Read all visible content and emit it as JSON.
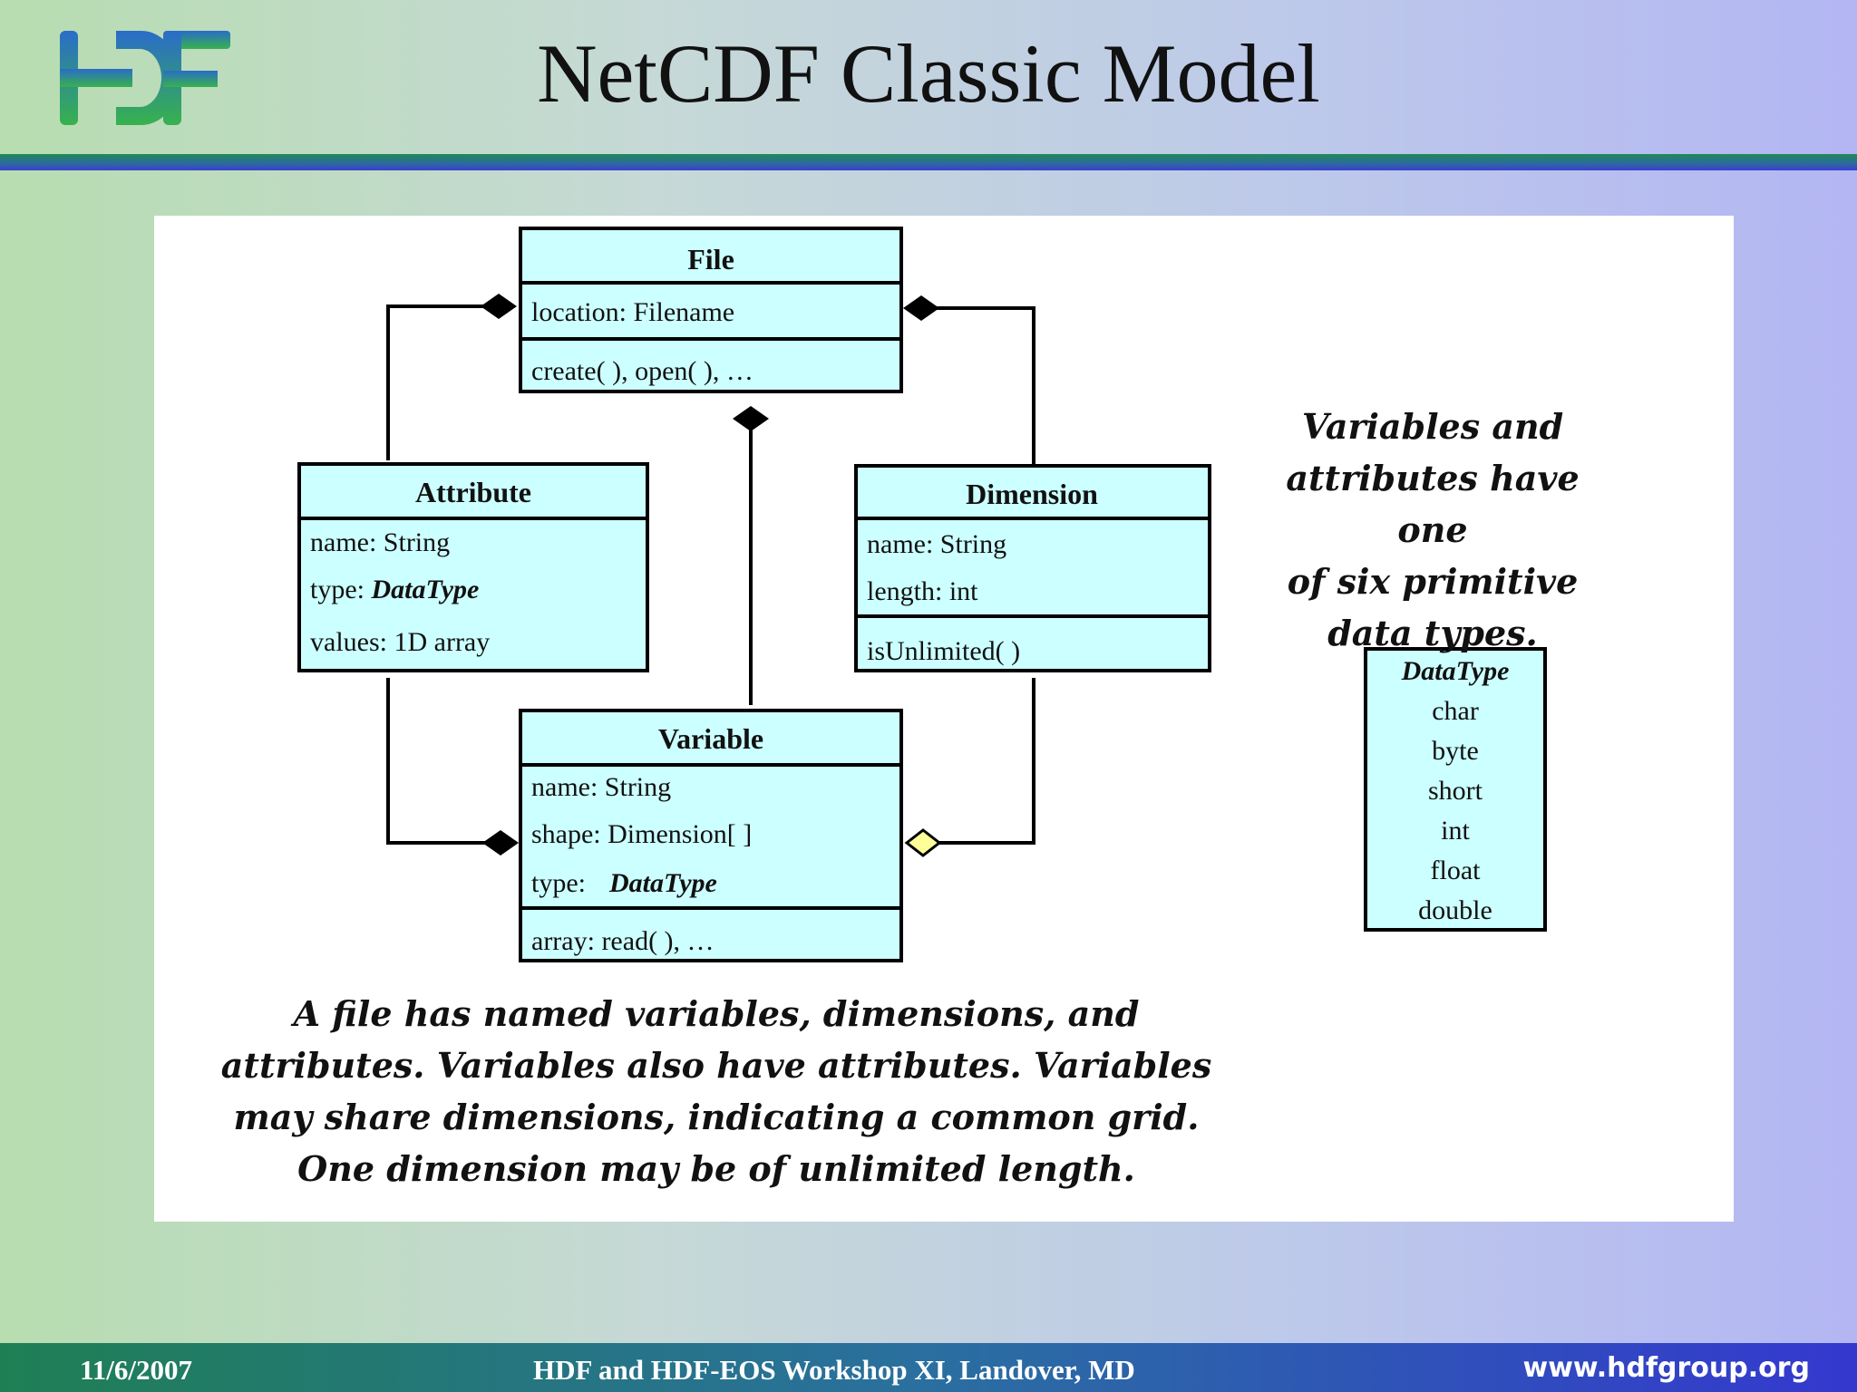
{
  "slide": {
    "title": "NetCDF Classic Model",
    "logo_text": "HDF"
  },
  "colors": {
    "class_fill": "#ccffff",
    "logo_blue": "#2a6cc9",
    "logo_green": "#37b24d",
    "open_diamond": "#ffff99"
  },
  "classes": {
    "file": {
      "name": "File",
      "attributes": [
        "location: Filename"
      ],
      "operations": [
        "create( ), open( ), …"
      ]
    },
    "attribute": {
      "name": "Attribute",
      "attr1": "name: String",
      "attr2_label": "type: ",
      "attr2_type": "DataType",
      "attr3": "values: 1D array"
    },
    "dimension": {
      "name": "Dimension",
      "attr1": "name: String",
      "attr2": "length: int",
      "operation": "isUnlimited( )"
    },
    "variable": {
      "name": "Variable",
      "attr1": "name: String",
      "attr2": "shape: Dimension[ ]",
      "attr3_label": "type:",
      "attr3_type": "DataType",
      "operation": "array: read( ), …"
    },
    "datatype": {
      "name": "DataType",
      "values": [
        "char",
        "byte",
        "short",
        "int",
        "float",
        "double"
      ]
    }
  },
  "notes": {
    "side": "Variables and\nattributes have one\nof six primitive\ndata types.",
    "caption": "A file has named variables, dimensions, and\nattributes. Variables also have attributes.  Variables\nmay share dimensions, indicating a common grid.\nOne dimension may be of unlimited length."
  },
  "footer": {
    "date": "11/6/2007",
    "event": "HDF and HDF-EOS Workshop XI, Landover, MD",
    "url": "www.hdfgroup.org"
  }
}
